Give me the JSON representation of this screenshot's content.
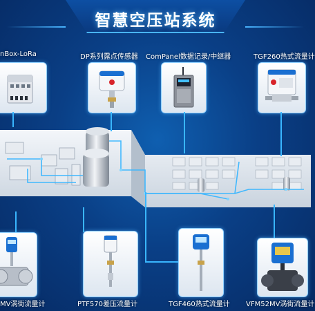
{
  "title": "智慧空压站系统",
  "top_devices": [
    {
      "label": "nBox-LoRa"
    },
    {
      "label": "DP系列露点传感器"
    },
    {
      "label": "ComPanel数据记录/中继器"
    },
    {
      "label": "TGF260热式流量计"
    }
  ],
  "bottom_devices": [
    {
      "label": "MV涡街流量计"
    },
    {
      "label": "PTF570差压流量计"
    },
    {
      "label": "TGF460热式流量计"
    },
    {
      "label": "VFM52MV涡街流量计"
    }
  ],
  "colors": {
    "accent": "#39b6ff",
    "background": "#0a3f86"
  }
}
